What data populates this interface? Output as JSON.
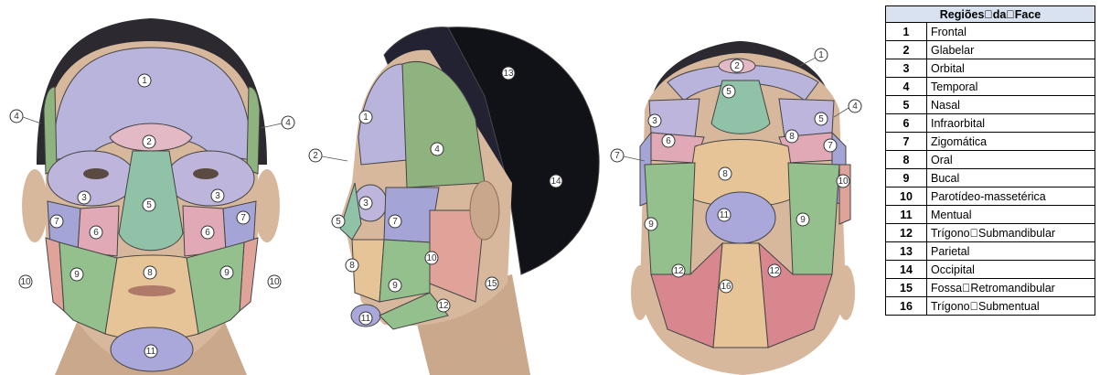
{
  "legend": {
    "title": "Regiões\u0000da\u0000Face",
    "rows": [
      {
        "num": "1",
        "name": "Frontal"
      },
      {
        "num": "2",
        "name": "Glabelar"
      },
      {
        "num": "3",
        "name": "Orbital"
      },
      {
        "num": "4",
        "name": "Temporal"
      },
      {
        "num": "5",
        "name": "Nasal"
      },
      {
        "num": "6",
        "name": "Infraorbital"
      },
      {
        "num": "7",
        "name": "Zigomática"
      },
      {
        "num": "8",
        "name": "Oral"
      },
      {
        "num": "9",
        "name": "Bucal"
      },
      {
        "num": "10",
        "name": "Parotídeo-massetérica"
      },
      {
        "num": "11",
        "name": "Mentual"
      },
      {
        "num": "12",
        "name": "Trígono\u0000Submandibular"
      },
      {
        "num": "13",
        "name": "Parietal"
      },
      {
        "num": "14",
        "name": "Occipital"
      },
      {
        "num": "15",
        "name": "Fossa\u0000Retromandibular"
      },
      {
        "num": "16",
        "name": "Trígono\u0000Submentual"
      }
    ]
  },
  "colors": {
    "frontal": "#b9b4dc",
    "glabelar": "#e3b9c6",
    "orbital": "#bdb5db",
    "temporal": "#8fb37e",
    "nasal": "#8fc2a6",
    "infraorbital": "#e1a9b6",
    "zigomatica": "#a5a4d6",
    "oral": "#e7c497",
    "bucal": "#93c08d",
    "parotideo": "#e0a39a",
    "mentual": "#aaa8da",
    "submandibular": "#d9878f",
    "parietal": "#222233",
    "occipital": "#111118",
    "skin": "#d7b89d",
    "hair": "#2c2a30"
  },
  "callouts": {
    "front": [
      "1",
      "2",
      "3",
      "4",
      "4",
      "5",
      "6",
      "6",
      "3",
      "7",
      "7",
      "8",
      "9",
      "9",
      "10",
      "10",
      "11"
    ],
    "side": [
      "1",
      "13",
      "2",
      "4",
      "14",
      "3",
      "7",
      "5",
      "10",
      "8",
      "9",
      "15",
      "11",
      "12"
    ],
    "bottom": [
      "1",
      "2",
      "5",
      "4",
      "3",
      "5",
      "6",
      "8",
      "7",
      "7",
      "10",
      "8",
      "9",
      "9",
      "11",
      "12",
      "12",
      "16"
    ]
  }
}
